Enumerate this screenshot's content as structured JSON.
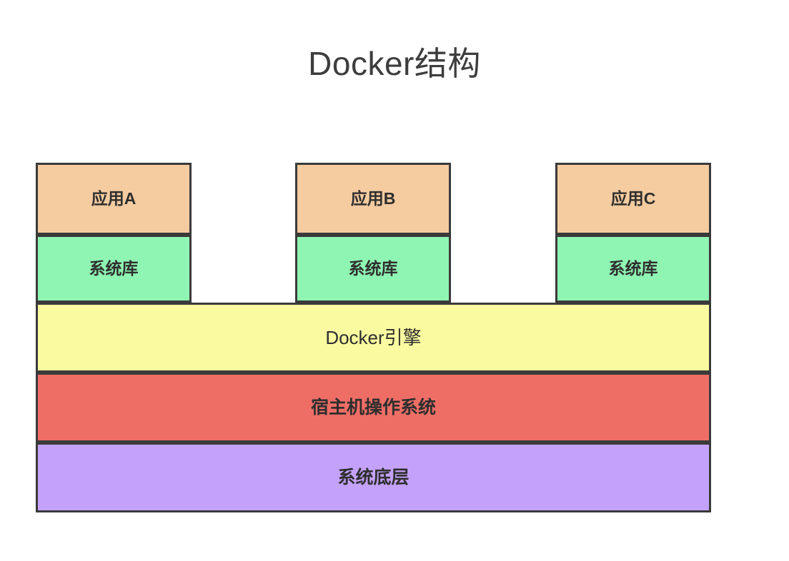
{
  "diagram": {
    "title": "Docker结构",
    "type": "layered-stack",
    "background_color": "#ffffff",
    "border_color": "#3a3a3a",
    "columns": [
      {
        "id": "container-a",
        "app": {
          "label": "应用A",
          "color": "#f5cba0"
        },
        "lib": {
          "label": "系统库",
          "color": "#8ff5b3"
        }
      },
      {
        "id": "container-b",
        "app": {
          "label": "应用B",
          "color": "#f5cba0"
        },
        "lib": {
          "label": "系统库",
          "color": "#8ff5b3"
        }
      },
      {
        "id": "container-c",
        "app": {
          "label": "应用C",
          "color": "#f5cba0"
        },
        "lib": {
          "label": "系统库",
          "color": "#8ff5b3"
        }
      }
    ],
    "base_layers": [
      {
        "id": "docker-engine",
        "label": "Docker引擎",
        "color": "#fafaa0"
      },
      {
        "id": "host-os",
        "label": "宿主机操作系统",
        "color": "#ee6e66"
      },
      {
        "id": "system-base",
        "label": "系统底层",
        "color": "#c4a2fb"
      }
    ]
  }
}
